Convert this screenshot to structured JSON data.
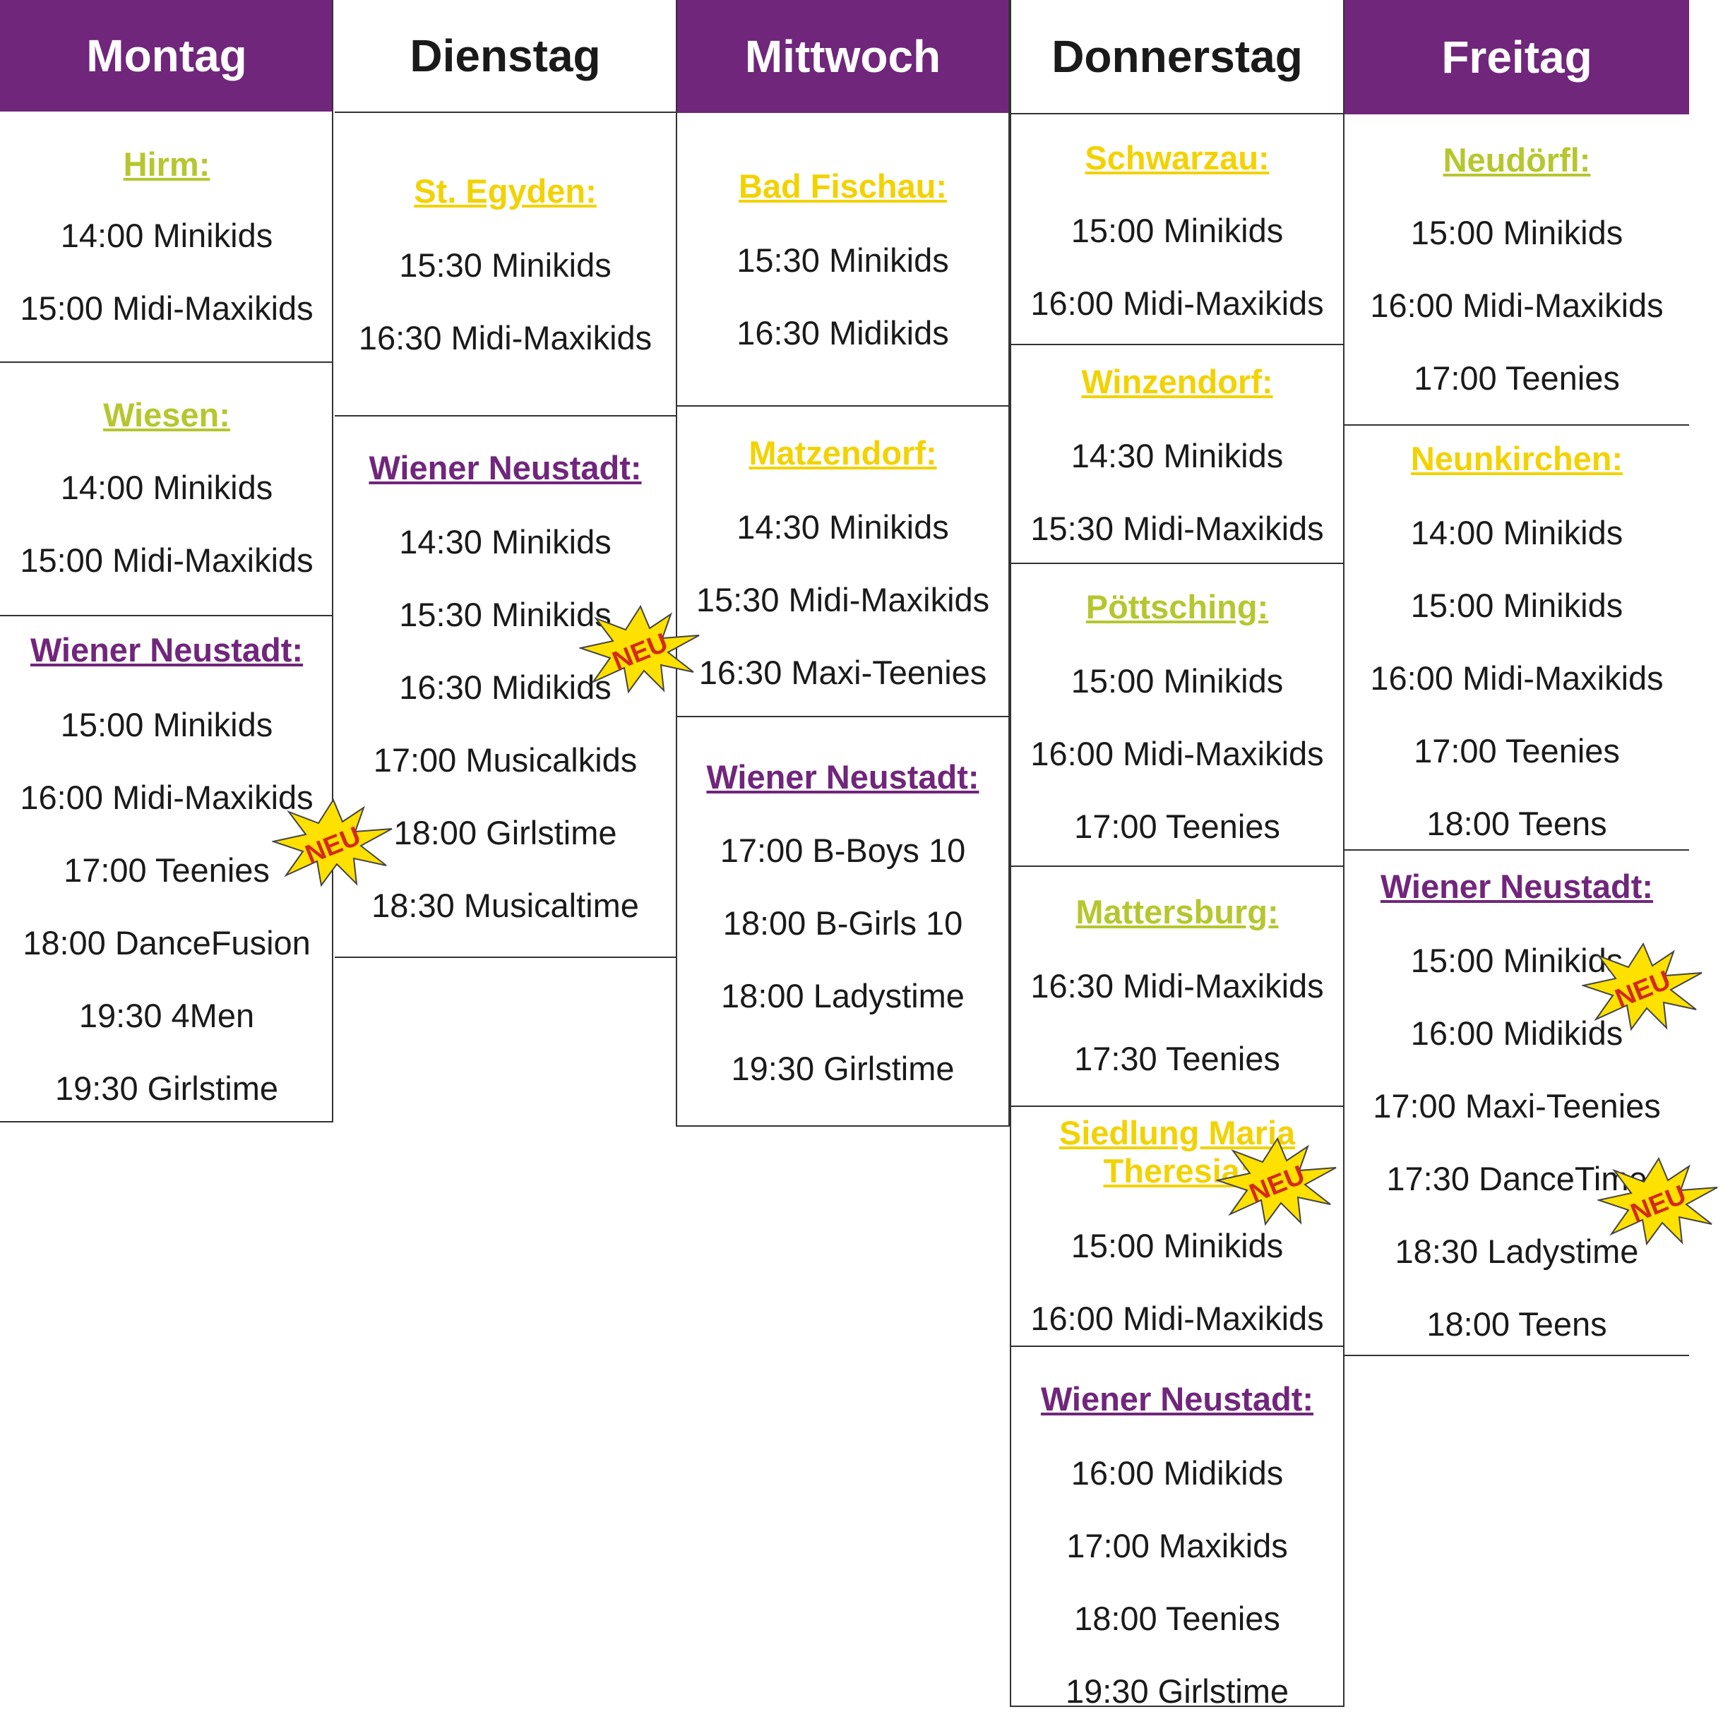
{
  "colors": {
    "header_purple": "#70267b",
    "location_lime": "#b5c72f",
    "location_yellow": "#f2d200",
    "location_purple": "#70267b",
    "badge_yellow": "#ffe100",
    "badge_red": "#d42a1a"
  },
  "badge_label": "NEU",
  "days": [
    {
      "name": "Montag",
      "sections": [
        {
          "location": "Hirm:",
          "entries": [
            "14:00 Minikids",
            "15:00 Midi-Maxikids"
          ]
        },
        {
          "location": "Wiesen:",
          "entries": [
            "14:00 Minikids",
            "15:00 Midi-Maxikids"
          ]
        },
        {
          "location": "Wiener Neustadt:",
          "entries": [
            "15:00 Minikids",
            "16:00 Midi-Maxikids",
            "17:00 Teenies",
            "18:00 DanceFusion",
            "19:30 4Men",
            "19:30 Girlstime"
          ]
        }
      ]
    },
    {
      "name": "Dienstag",
      "sections": [
        {
          "location": "St. Egyden:",
          "entries": [
            "15:30 Minikids",
            "16:30 Midi-Maxikids"
          ]
        },
        {
          "location": "Wiener Neustadt:",
          "entries": [
            "14:30 Minikids",
            "15:30 Minikids",
            "16:30 Midikids",
            "17:00 Musicalkids",
            "18:00 Girlstime",
            "18:30 Musicaltime"
          ]
        }
      ]
    },
    {
      "name": "Mittwoch",
      "sections": [
        {
          "location": "Bad Fischau:",
          "entries": [
            "15:30 Minikids",
            "16:30 Midikids"
          ]
        },
        {
          "location": "Matzendorf:",
          "entries": [
            "14:30 Minikids",
            "15:30 Midi-Maxikids",
            "16:30 Maxi-Teenies"
          ]
        },
        {
          "location": "Wiener Neustadt:",
          "entries": [
            "17:00 B-Boys 10",
            "18:00 B-Girls 10",
            "18:00 Ladystime",
            "19:30 Girlstime"
          ]
        }
      ]
    },
    {
      "name": "Donnerstag",
      "sections": [
        {
          "location": "Schwarzau:",
          "entries": [
            "15:00 Minikids",
            "16:00 Midi-Maxikids"
          ]
        },
        {
          "location": "Winzendorf:",
          "entries": [
            "14:30 Minikids",
            "15:30 Midi-Maxikids"
          ]
        },
        {
          "location": "Pöttsching:",
          "entries": [
            "15:00 Minikids",
            "16:00 Midi-Maxikids",
            "17:00 Teenies"
          ]
        },
        {
          "location": "Mattersburg:",
          "entries": [
            "16:30 Midi-Maxikids",
            "17:30 Teenies"
          ]
        },
        {
          "location_lines": [
            "Siedlung Maria",
            "Theresia:"
          ],
          "entries": [
            "15:00 Minikids",
            "16:00 Midi-Maxikids"
          ]
        },
        {
          "location": "Wiener Neustadt:",
          "entries": [
            "16:00 Midikids",
            "17:00 Maxikids",
            "18:00 Teenies",
            "19:30 Girlstime"
          ]
        }
      ]
    },
    {
      "name": "Freitag",
      "sections": [
        {
          "location": "Neudörfl:",
          "entries": [
            "15:00 Minikids",
            "16:00 Midi-Maxikids",
            "17:00 Teenies"
          ]
        },
        {
          "location": "Neunkirchen:",
          "entries": [
            "14:00 Minikids",
            "15:00 Minikids",
            "16:00 Midi-Maxikids",
            "17:00 Teenies",
            "18:00 Teens"
          ]
        },
        {
          "location": "Wiener Neustadt:",
          "entries": [
            "15:00 Minikids",
            "16:00 Midikids",
            "17:00 Maxi-Teenies",
            "17:30 DanceTime",
            "18:30 Ladystime",
            "18:00 Teens"
          ]
        }
      ]
    }
  ]
}
